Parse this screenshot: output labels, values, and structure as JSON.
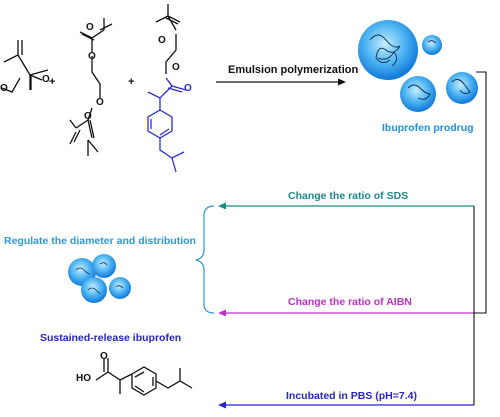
{
  "reaction": {
    "plus_1": "+",
    "plus_2": "+",
    "step_label": "Emulsion polymerization",
    "product_label": "Ibuprofen prodrug"
  },
  "regulation": {
    "sds_label": "Change the ratio of SDS",
    "aibn_label": "Change the ratio of AIBN",
    "result_label": "Regulate the diameter and distribution"
  },
  "release": {
    "pbs_label": "Incubated in PBS (pH=7.4)",
    "result_label": "Sustained-release ibuprofen",
    "acid_group_label": "HO"
  },
  "atoms": {
    "oxygen": "O"
  },
  "colors": {
    "product_blue": "#1e90e6",
    "sds_teal": "#1a8a88",
    "aibn_magenta": "#c030c8",
    "regulate_blue": "#2a9ad8",
    "release_blue": "#2525c8",
    "monomer_blue": "#2b2bd6"
  }
}
